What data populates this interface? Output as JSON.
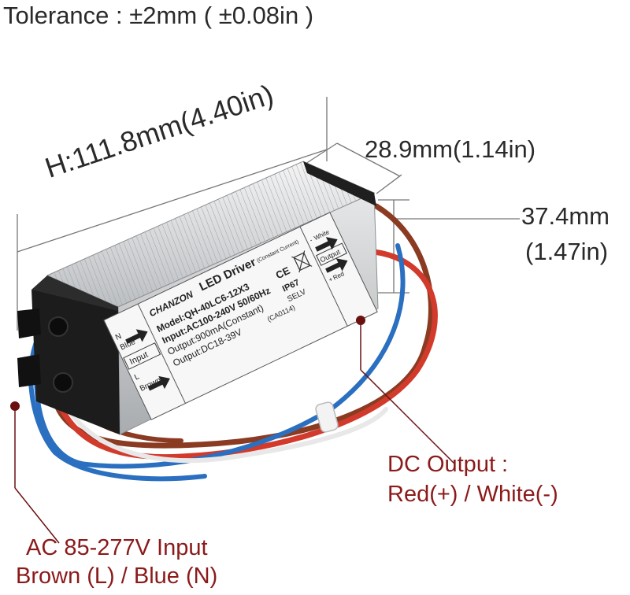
{
  "tolerance": "Tolerance : ±2mm ( ±0.08in )",
  "dimensions": {
    "length": "H:111.8mm(4.40in)",
    "width": "28.9mm(1.14in)",
    "height_line1": "37.4mm",
    "height_line2": "(1.47in)"
  },
  "dc_output": {
    "line1": "DC Output :",
    "line2": "Red(+) / White(-)"
  },
  "ac_input": {
    "line1": "AC 85-277V Input",
    "line2": "Brown (L) / Blue (N)"
  },
  "product_label": {
    "brand": "CHANZON",
    "title": "LED Driver",
    "title_note": "(Constant Current)",
    "model": "Model:QH-40LC6-12X3",
    "input": "Input:AC100-240V 50/60Hz",
    "output_current": "Output:900mA(Constant)",
    "output_voltage": "Output:DC18-39V",
    "code": "(CA0114)",
    "ip_rating": "IP67",
    "selv": "SELV",
    "ce": "CE",
    "left_n": "N",
    "left_blue": "Blue",
    "left_input": "Input",
    "left_l": "L",
    "left_brown": "Brown",
    "right_white": "White",
    "right_output": "Output",
    "right_red": "Red",
    "minus": "-",
    "plus": "+"
  },
  "colors": {
    "label_red": "#8b1a1a",
    "wire_red": "#d23a2c",
    "wire_brown": "#8a3b22",
    "wire_blue": "#2a6fc0",
    "wire_white": "#e8e8e8",
    "housing": "#c8cacc",
    "end_cap": "#1c1c1c"
  }
}
